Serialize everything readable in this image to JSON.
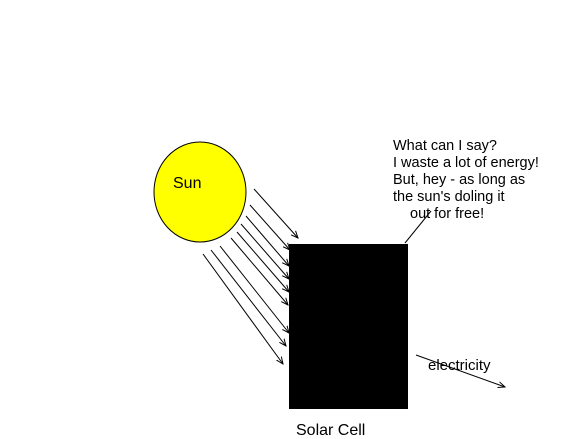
{
  "sun": {
    "label": "Sun",
    "fill": "#ffff00",
    "stroke": "#000000"
  },
  "solar_cell": {
    "label": "Solar Cell",
    "fill": "#000000"
  },
  "electricity": {
    "label": "electricity"
  },
  "speech": {
    "lines": [
      "What can I say?",
      "I waste a lot of energy!",
      "But, hey - as long as",
      "the sun's doling it",
      "out for free!"
    ]
  },
  "sunlight_rays": {
    "count": 9,
    "color": "#000000"
  }
}
